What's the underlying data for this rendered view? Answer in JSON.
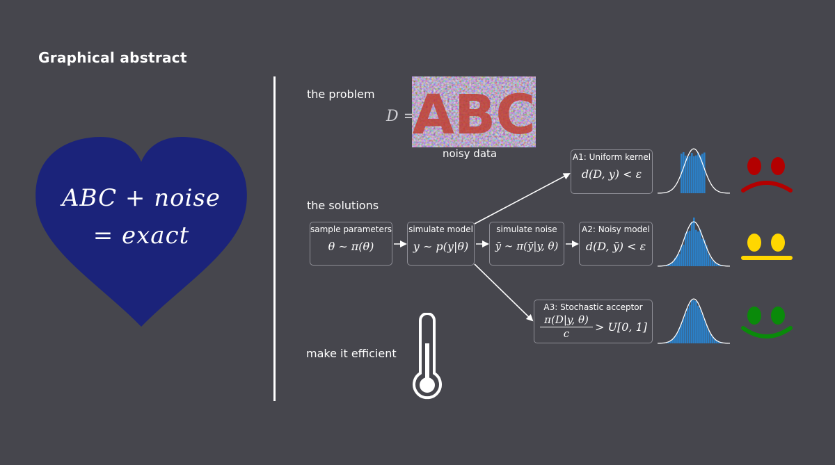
{
  "title": "Graphical abstract",
  "heart": {
    "line1": "ABC + noise",
    "line2": "= exact",
    "color": "#1b237a"
  },
  "sections": {
    "problem": "the problem",
    "solutions": "the solutions",
    "efficient": "make it efficient"
  },
  "problem": {
    "equation": "D =",
    "image_text": "ABC",
    "caption": "noisy data"
  },
  "flow": {
    "sample": {
      "title": "sample parameters",
      "formula": "θ ∼ π(θ)"
    },
    "simulate_model": {
      "title": "simulate model",
      "formula": "y ∼ p(y|θ)"
    },
    "simulate_noise": {
      "title": "simulate noise",
      "formula": "ȳ ∼ π(ȳ|y, θ)"
    }
  },
  "approaches": [
    {
      "title": "A1: Uniform kernel",
      "formula": "d(D, y) < ε",
      "face": "sad",
      "face_color": "#b30000"
    },
    {
      "title": "A2: Noisy model",
      "formula": "d(D, ȳ) < ε",
      "face": "neutral",
      "face_color": "#ffd700"
    },
    {
      "title": "A3: Stochastic acceptor",
      "numerator": "π(D|y, θ)",
      "denominator": "c",
      "rhs": "> U[0, 1]",
      "face": "happy",
      "face_color": "#0a8a0a"
    }
  ],
  "colors": {
    "background": "#46464d",
    "box_border": "#8e8e96",
    "histogram": "#2b7fc6",
    "line": "#ffffff"
  }
}
